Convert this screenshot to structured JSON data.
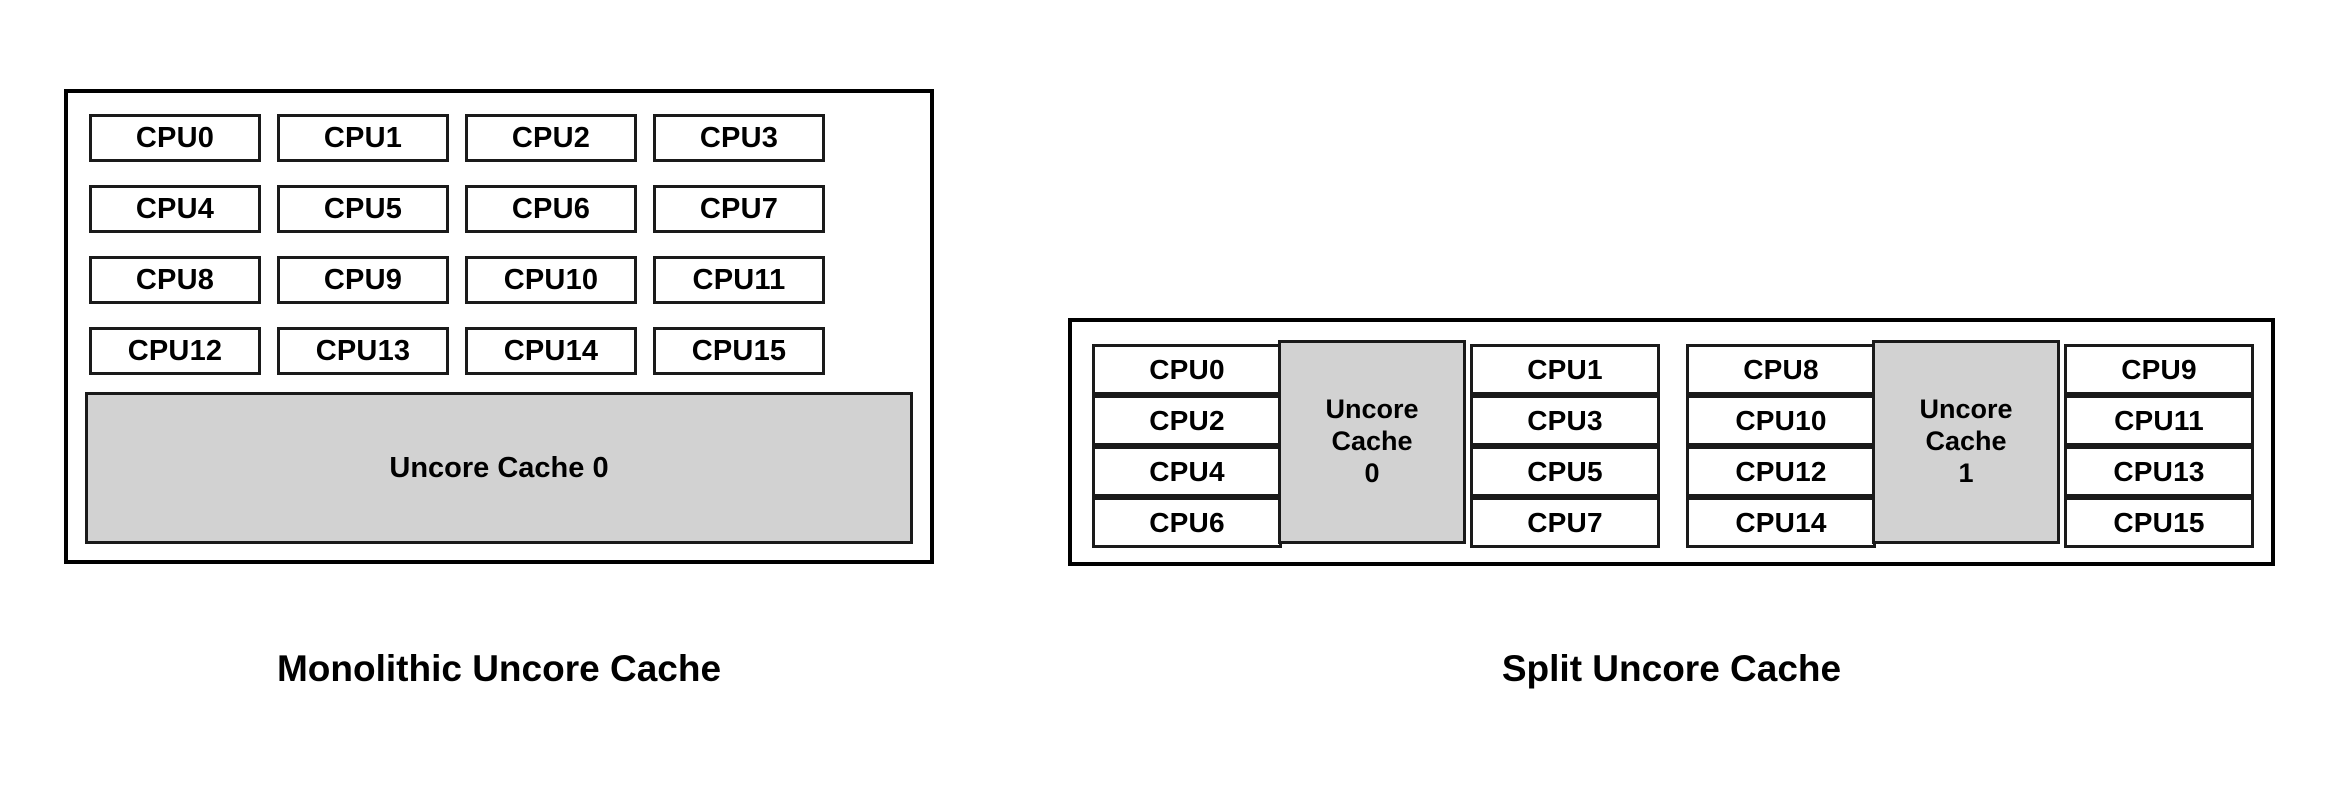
{
  "figures": [
    {
      "id": "monolithic",
      "caption": "Monolithic Uncore Cache",
      "cpu_rows": [
        [
          "CPU0",
          "CPU1",
          "CPU2",
          "CPU3"
        ],
        [
          "CPU4",
          "CPU5",
          "CPU6",
          "CPU7"
        ],
        [
          "CPU8",
          "CPU9",
          "CPU10",
          "CPU11"
        ],
        [
          "CPU12",
          "CPU13",
          "CPU14",
          "CPU15"
        ]
      ],
      "caches": [
        {
          "label": "Uncore Cache 0",
          "lines": [
            "Uncore Cache 0"
          ]
        }
      ]
    },
    {
      "id": "split",
      "caption": "Split Uncore Cache",
      "clusters": [
        {
          "id": "cluster-0",
          "left_column": [
            "CPU0",
            "CPU2",
            "CPU4",
            "CPU6"
          ],
          "cache": {
            "label": "Uncore Cache 0",
            "lines": [
              "Uncore",
              "Cache",
              "0"
            ]
          },
          "right_column": [
            "CPU1",
            "CPU3",
            "CPU5",
            "CPU7"
          ]
        },
        {
          "id": "cluster-1",
          "left_column": [
            "CPU8",
            "CPU10",
            "CPU12",
            "CPU14"
          ],
          "cache": {
            "label": "Uncore Cache 1",
            "lines": [
              "Uncore",
              "Cache",
              "1"
            ]
          },
          "right_column": [
            "CPU9",
            "CPU11",
            "CPU13",
            "CPU15"
          ]
        }
      ]
    }
  ],
  "colors": {
    "background": "#ffffff",
    "cache_fill": "#d2d2d2",
    "stroke": "#000000",
    "box_stroke": "#1a1a1a",
    "text": "#000000"
  }
}
